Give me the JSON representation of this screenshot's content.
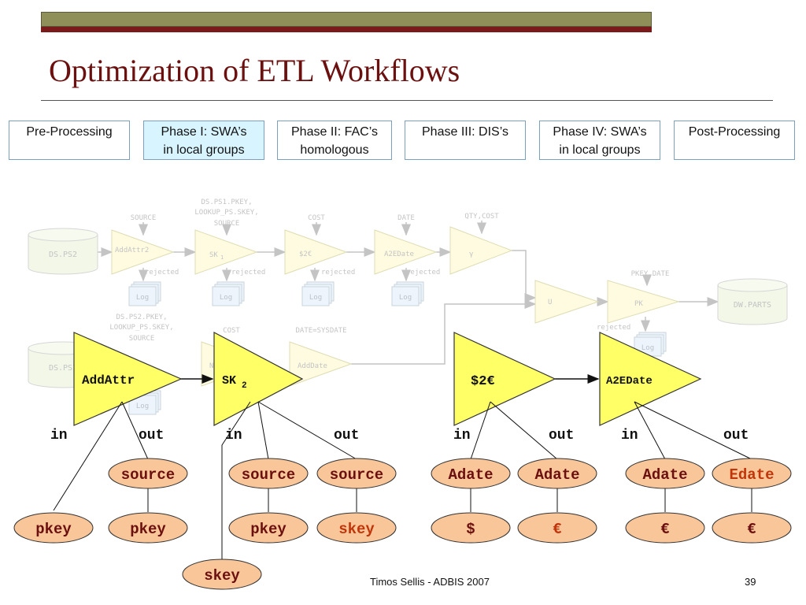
{
  "title": "Optimization of ETL Workflows",
  "phases": [
    {
      "label": "Pre-Processing",
      "active": false
    },
    {
      "label": "Phase I: SWA’s\nin local groups",
      "active": true
    },
    {
      "label": "Phase II: FAC’s\nhomologous",
      "active": false
    },
    {
      "label": "Phase III: DIS’s",
      "active": false
    },
    {
      "label": "Phase IV: SWA’s\nin local groups",
      "active": false
    },
    {
      "label": "Post-Processing",
      "active": false
    }
  ],
  "background_workflow": {
    "sources": [
      "DS.PS2",
      "DS.PS1"
    ],
    "target": "DW.PARTS",
    "row1_nodes": [
      "AddAttr2",
      "SK",
      "$2€",
      "A2EDate",
      "γ"
    ],
    "row1_params": [
      "SOURCE",
      "DS.PS1.PKEY,",
      "LOOKUP_PS.SKEY,",
      "SOURCE",
      "COST",
      "DATE",
      "QTY,COST"
    ],
    "row2_nodes": [
      "NN",
      "AddDate"
    ],
    "row2_params": [
      "DS.PS2.PKEY,",
      "LOOKUP_PS.SKEY,",
      "SOURCE",
      "COST",
      "DATE=SYSDATE"
    ],
    "merge_nodes": [
      "U",
      "PK"
    ],
    "merge_params": [
      "PKEY,DATE"
    ],
    "rejected_label": "rejected",
    "log_label": "Log",
    "subscript_1": "1"
  },
  "activities": {
    "addattr": "AddAttr",
    "sk": "SK",
    "sk_sub": "2",
    "dollar": "$2€",
    "a2edate": "A2EDate"
  },
  "in_label": "in",
  "out_label": "out",
  "attributes": {
    "addattr_in": [
      "pkey"
    ],
    "addattr_out": [
      "source",
      "pkey"
    ],
    "sk_in": [
      "source",
      "pkey",
      "skey"
    ],
    "sk_out": [
      "source",
      "skey"
    ],
    "dollar_in": [
      "Adate",
      "$"
    ],
    "dollar_out": [
      "Adate",
      "€"
    ],
    "a2e_in": [
      "Adate",
      "€"
    ],
    "a2e_out": [
      "Edate",
      "€"
    ]
  },
  "colors": {
    "title": "#6b0f0f",
    "activity_fill": "#ffff66",
    "attribute_fill": "#f9c69a",
    "highlight_text": "#c0360a",
    "faded": "#c4c4c4"
  },
  "footer": {
    "credit": "Timos Sellis - ADBIS 2007",
    "page": "39"
  }
}
